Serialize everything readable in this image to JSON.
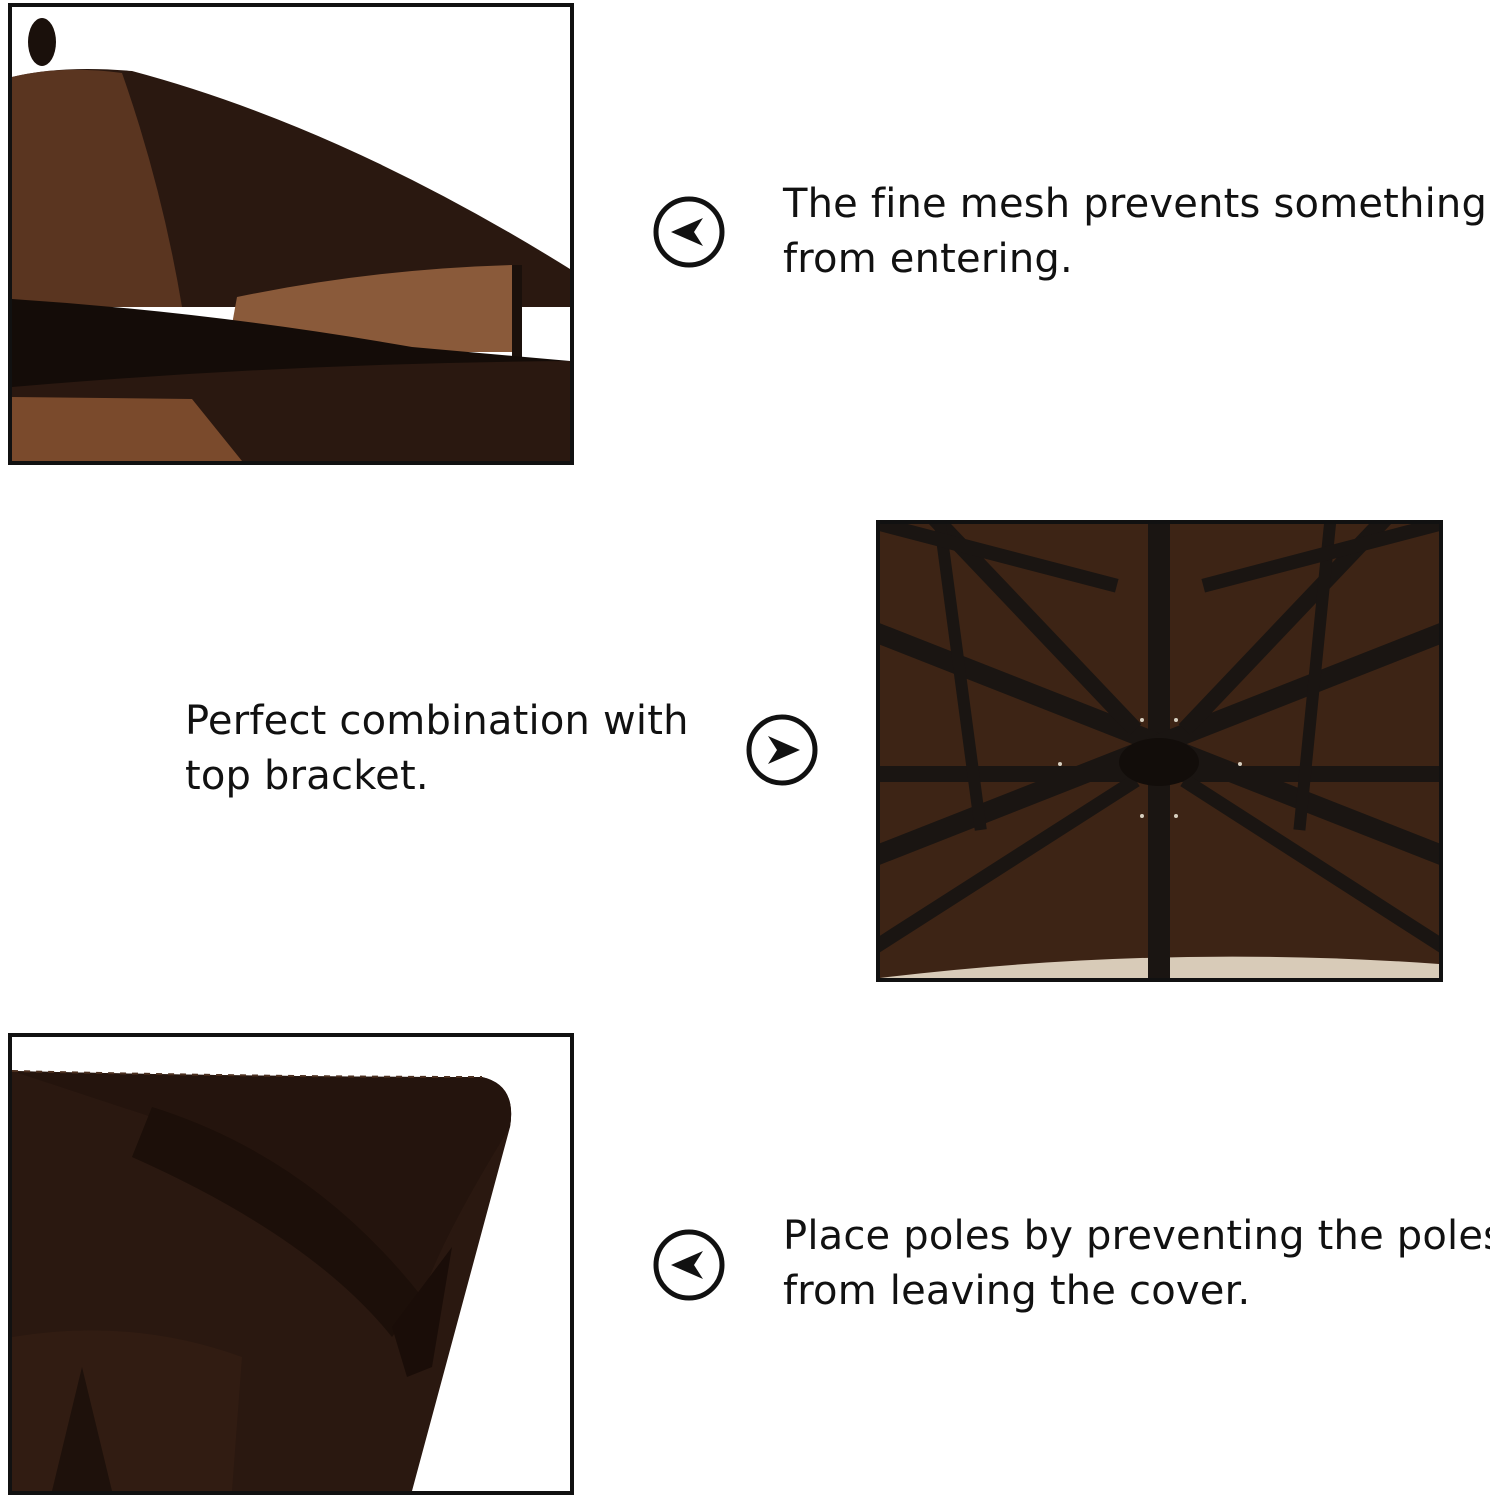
{
  "features": [
    {
      "image": "gazebo-roof-mesh-photo",
      "arrow": "arrow-left-icon",
      "lines": [
        "The fine mesh prevents something",
        "from entering."
      ]
    },
    {
      "image": "gazebo-frame-underside-photo",
      "arrow": "arrow-right-icon",
      "lines": [
        "Perfect combination with",
        "top bracket."
      ]
    },
    {
      "image": "gazebo-corner-pocket-photo",
      "arrow": "arrow-left-icon",
      "lines": [
        "Place poles by preventing the poles",
        "from leaving the cover."
      ]
    }
  ],
  "colors": {
    "canopy_dark": "#2a1810",
    "canopy_mid": "#5a3520",
    "canopy_light": "#8a5a3a",
    "frame": "#1a1512",
    "border": "#111111",
    "text": "#111111"
  }
}
